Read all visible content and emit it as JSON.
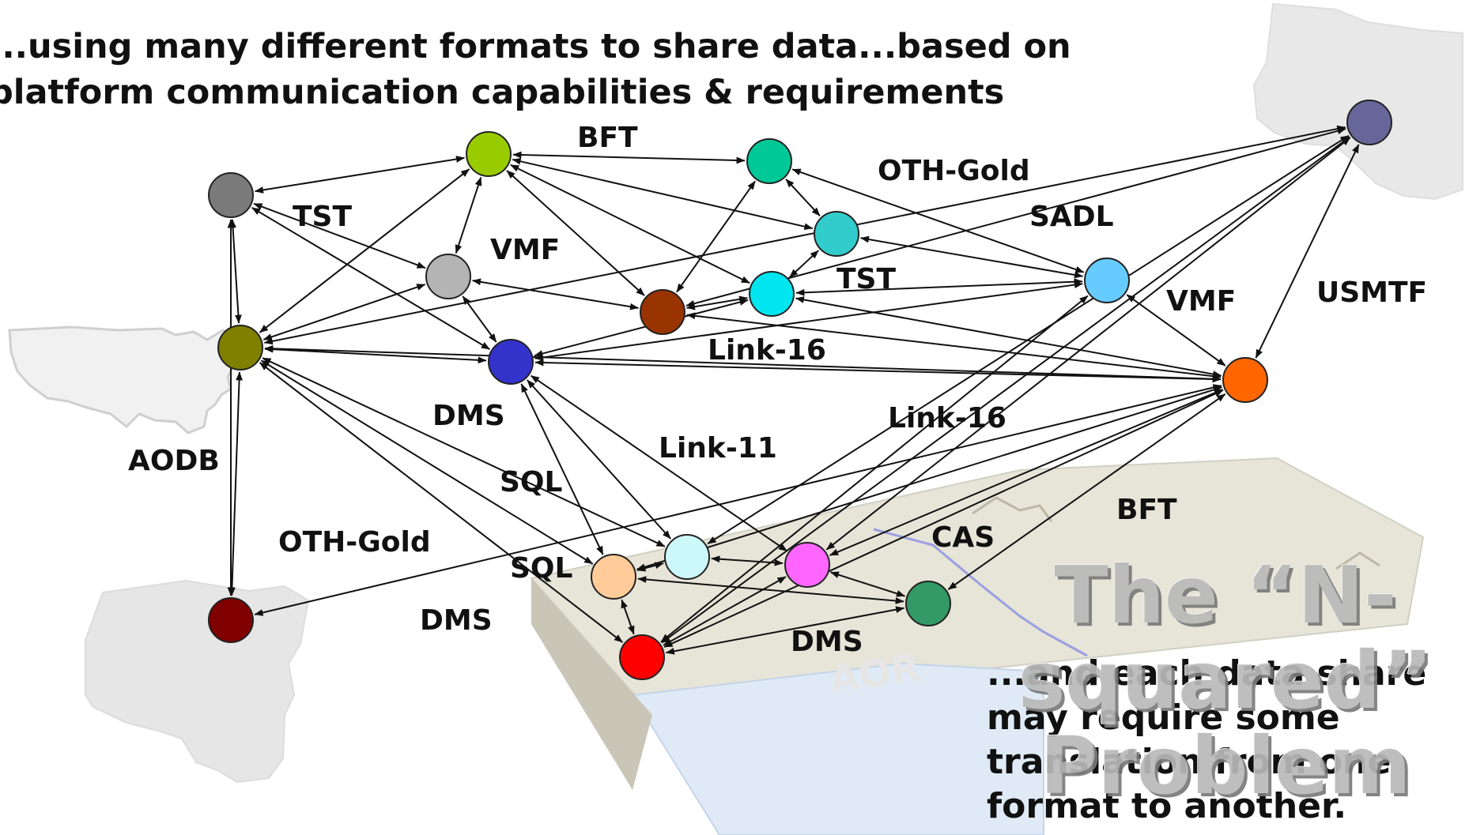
{
  "heading": "...using many different formats to share data...based on\nplatform communication capabilities & requirements",
  "format_labels": [
    {
      "id": "bft-top",
      "text": "BFT"
    },
    {
      "id": "oth-gold-top",
      "text": "OTH-Gold"
    },
    {
      "id": "tst-left",
      "text": "TST"
    },
    {
      "id": "sadl",
      "text": "SADL"
    },
    {
      "id": "vmf-left",
      "text": "VMF"
    },
    {
      "id": "tst-center",
      "text": "TST"
    },
    {
      "id": "usmtf",
      "text": "USMTF"
    },
    {
      "id": "vmf-right",
      "text": "VMF"
    },
    {
      "id": "link16-center",
      "text": "Link-16"
    },
    {
      "id": "dms-left",
      "text": "DMS"
    },
    {
      "id": "link16-right",
      "text": "Link-16"
    },
    {
      "id": "link11",
      "text": "Link-11"
    },
    {
      "id": "aodb",
      "text": "AODB"
    },
    {
      "id": "sql-upper",
      "text": "SQL"
    },
    {
      "id": "bft-lower",
      "text": "BFT"
    },
    {
      "id": "cas",
      "text": "CAS"
    },
    {
      "id": "oth-gold-left",
      "text": "OTH-Gold"
    },
    {
      "id": "sql-lower",
      "text": "SQL"
    },
    {
      "id": "dms-lower-left",
      "text": "DMS"
    },
    {
      "id": "dms-lower-center",
      "text": "DMS"
    }
  ],
  "map_label": "AOR",
  "nodes": [
    {
      "id": "grey-dark",
      "color": "#7a7a7a"
    },
    {
      "id": "lime",
      "color": "#99cc00"
    },
    {
      "id": "teal",
      "color": "#00c896"
    },
    {
      "id": "slate-blue",
      "color": "#66669a"
    },
    {
      "id": "grey-light",
      "color": "#b4b4b4"
    },
    {
      "id": "cyan-teal",
      "color": "#33cccc"
    },
    {
      "id": "olive",
      "color": "#808000"
    },
    {
      "id": "blue",
      "color": "#3333cc"
    },
    {
      "id": "brown",
      "color": "#993300"
    },
    {
      "id": "cyan",
      "color": "#00e6f0"
    },
    {
      "id": "sky-blue",
      "color": "#66ccff"
    },
    {
      "id": "orange",
      "color": "#ff6600"
    },
    {
      "id": "peach",
      "color": "#ffcc99"
    },
    {
      "id": "pale-cyan",
      "color": "#ccf8fa"
    },
    {
      "id": "magenta",
      "color": "#ff66ff"
    },
    {
      "id": "green",
      "color": "#339966"
    },
    {
      "id": "maroon",
      "color": "#800000"
    },
    {
      "id": "red",
      "color": "#ff0000"
    }
  ],
  "links": [
    [
      "grey-dark",
      "lime"
    ],
    [
      "grey-dark",
      "grey-light"
    ],
    [
      "grey-dark",
      "blue"
    ],
    [
      "grey-dark",
      "olive"
    ],
    [
      "grey-dark",
      "maroon"
    ],
    [
      "lime",
      "teal"
    ],
    [
      "lime",
      "grey-light"
    ],
    [
      "lime",
      "olive"
    ],
    [
      "lime",
      "brown"
    ],
    [
      "lime",
      "cyan-teal"
    ],
    [
      "lime",
      "cyan"
    ],
    [
      "teal",
      "cyan-teal"
    ],
    [
      "teal",
      "sky-blue"
    ],
    [
      "teal",
      "brown"
    ],
    [
      "cyan-teal",
      "cyan"
    ],
    [
      "cyan-teal",
      "sky-blue"
    ],
    [
      "slate-blue",
      "olive"
    ],
    [
      "slate-blue",
      "brown"
    ],
    [
      "slate-blue",
      "orange"
    ],
    [
      "slate-blue",
      "pale-cyan"
    ],
    [
      "slate-blue",
      "magenta"
    ],
    [
      "slate-blue",
      "red"
    ],
    [
      "grey-light",
      "olive"
    ],
    [
      "grey-light",
      "brown"
    ],
    [
      "grey-light",
      "blue"
    ],
    [
      "olive",
      "blue"
    ],
    [
      "olive",
      "orange"
    ],
    [
      "olive",
      "maroon"
    ],
    [
      "olive",
      "peach"
    ],
    [
      "olive",
      "pale-cyan"
    ],
    [
      "olive",
      "red"
    ],
    [
      "blue",
      "sky-blue"
    ],
    [
      "blue",
      "cyan"
    ],
    [
      "blue",
      "orange"
    ],
    [
      "blue",
      "peach"
    ],
    [
      "blue",
      "pale-cyan"
    ],
    [
      "blue",
      "magenta"
    ],
    [
      "brown",
      "cyan"
    ],
    [
      "brown",
      "orange"
    ],
    [
      "cyan",
      "sky-blue"
    ],
    [
      "cyan",
      "orange"
    ],
    [
      "sky-blue",
      "orange"
    ],
    [
      "sky-blue",
      "red"
    ],
    [
      "orange",
      "maroon"
    ],
    [
      "orange",
      "peach"
    ],
    [
      "orange",
      "magenta"
    ],
    [
      "orange",
      "green"
    ],
    [
      "orange",
      "red"
    ],
    [
      "peach",
      "pale-cyan"
    ],
    [
      "peach",
      "green"
    ],
    [
      "peach",
      "red"
    ],
    [
      "pale-cyan",
      "magenta"
    ],
    [
      "magenta",
      "green"
    ],
    [
      "magenta",
      "red"
    ],
    [
      "green",
      "red"
    ]
  ],
  "n_squared_title": "The “N-\nsquared”\nProblem",
  "bottom_text": "...and each data share\nmay require some\ntranslation from one\nformat to another."
}
